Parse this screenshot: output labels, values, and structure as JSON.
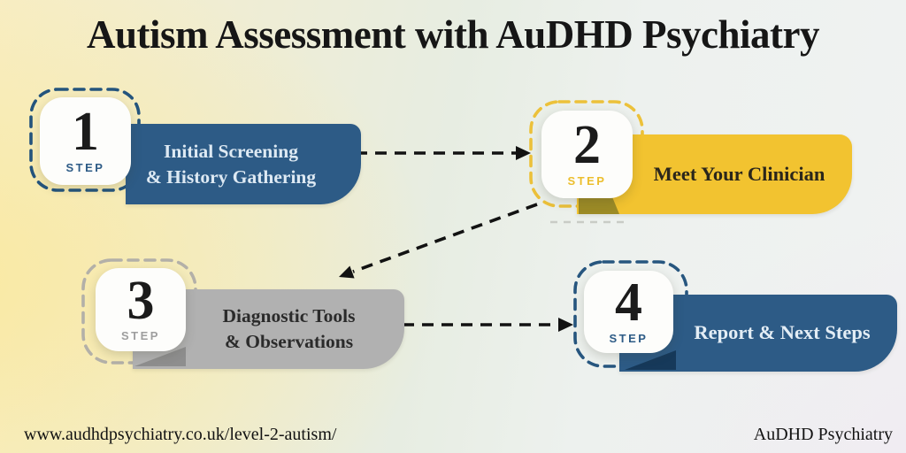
{
  "header": {
    "title": "Autism Assessment with AuDHD Psychiatry"
  },
  "steps": [
    {
      "number": "1",
      "step_label": "STEP",
      "lines": [
        "Initial Screening",
        "& History Gathering"
      ],
      "banner_color": "#2d5b86",
      "text_color": "#dde9f3",
      "accent_color": "#24547d"
    },
    {
      "number": "2",
      "step_label": "STEP",
      "lines": [
        "Meet Your Clinician"
      ],
      "banner_color": "#f2c330",
      "text_color": "#2b261b",
      "accent_color": "#ecc13a",
      "fold_color": "#9c8b26"
    },
    {
      "number": "3",
      "step_label": "STEP",
      "lines": [
        "Diagnostic Tools",
        "& Observations"
      ],
      "banner_color": "#b1b1b1",
      "text_color": "#2b2b2b",
      "accent_color": "#b3b0a8",
      "fold_color": "#8e8e8e"
    },
    {
      "number": "4",
      "step_label": "STEP",
      "lines": [
        "Report & Next Steps"
      ],
      "banner_color": "#2d5b86",
      "text_color": "#e3edf5",
      "accent_color": "#27567f",
      "fold_color": "#16395a"
    }
  ],
  "arrows": [
    {
      "name": "arrow-step-1-to-step-2",
      "from": "step-1",
      "to": "step-2",
      "style": "dashed-black"
    },
    {
      "name": "arrow-step-2-to-step-3",
      "from": "step-2",
      "to": "step-3",
      "style": "dashed-black"
    },
    {
      "name": "arrow-step-3-to-step-4",
      "from": "step-3",
      "to": "step-4",
      "style": "dashed-black"
    }
  ],
  "footer": {
    "url": "www.audhdpsychiatry.co.uk/level-2-autism/",
    "brand": "AuDHD Psychiatry"
  },
  "colors": {
    "navy": "#2d5b86",
    "navy_dark": "#16395a",
    "yellow": "#f2c330",
    "olive": "#9c8b26",
    "gray": "#b1b1b1",
    "gray_dark": "#8e8e8e",
    "black": "#1b1b1b",
    "background_cream": "#f7eec8",
    "background_cool": "#f0f2f2"
  }
}
